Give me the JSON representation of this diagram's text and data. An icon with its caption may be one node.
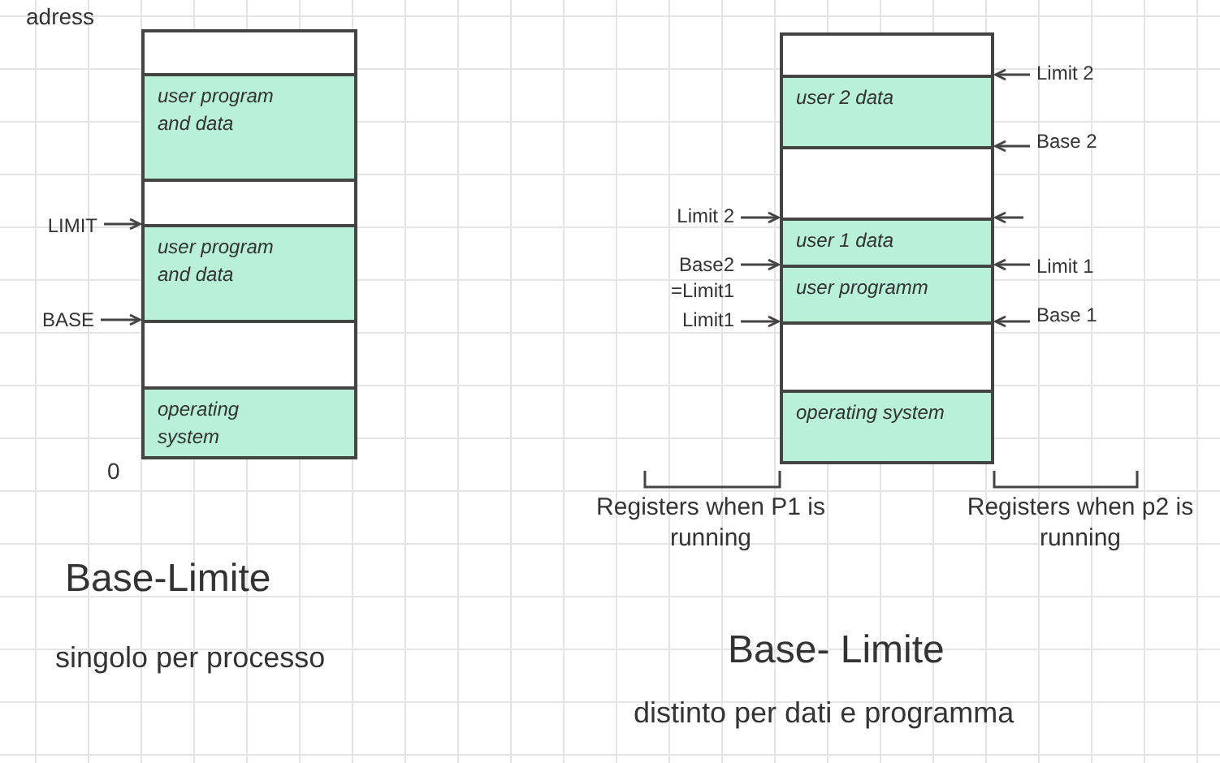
{
  "diagram": {
    "nodes": [
      {
        "text": [],
        "shape": "box"
      },
      {
        "text": [],
        "shape": "box",
        "in": 0
      },
      {
        "text": [
          "user program and data"
        ],
        "in": 0
      },
      {
        "text": [],
        "shape": "box",
        "in": 0
      },
      {
        "text": [
          "user program and data"
        ],
        "in": 0
      },
      {
        "text": [],
        "shape": "box",
        "in": 0
      },
      {
        "text": [
          "operating system"
        ],
        "in": 0
      },
      {
        "text": [],
        "shape": "box"
      },
      {
        "text": [],
        "shape": "box",
        "in": 7
      },
      {
        "text": [
          "user 2 data"
        ],
        "in": 7
      },
      {
        "text": [],
        "shape": "box",
        "in": 7
      },
      {
        "text": [
          "user 1 data"
        ],
        "in": 7
      },
      {
        "text": [
          "user programm"
        ],
        "in": 7
      },
      {
        "text": [],
        "shape": "box",
        "in": 7
      },
      {
        "text": [
          "operating system"
        ],
        "in": 7
      },
      {
        "text": [
          "LIMIT"
        ]
      },
      {
        "text": [
          "BASE"
        ]
      },
      {
        "text": [
          "Limit 2"
        ]
      },
      {
        "text": [
          "Base2 =Limit1"
        ]
      },
      {
        "text": [
          "Limit1"
        ]
      },
      {
        "text": [
          "Limit 2"
        ]
      },
      {
        "text": [
          "Base 2"
        ]
      },
      {
        "text": [
          "Limit 1"
        ]
      },
      {
        "text": [
          "Base 1"
        ]
      }
    ],
    "edges": [
      {
        "from": 15,
        "to": 4,
        "arrow": "to"
      },
      {
        "from": 16,
        "to": 4,
        "arrow": "to"
      },
      {
        "from": 17,
        "to": 11,
        "arrow": "to"
      },
      {
        "from": 18,
        "to": 12,
        "arrow": "to"
      },
      {
        "from": 19,
        "to": 12,
        "arrow": "to"
      },
      {
        "from": 20,
        "to": 9,
        "arrow": "to"
      },
      {
        "from": 21,
        "to": 9,
        "arrow": "to"
      },
      {
        "from": null,
        "to": 11,
        "arrow": "to"
      },
      {
        "from": 22,
        "to": 11,
        "arrow": "to"
      },
      {
        "from": 23,
        "to": 12,
        "arrow": "to"
      }
    ],
    "labels": [
      "adress",
      "0",
      "Registers when P1 is running",
      "Registers when p2 is running",
      "Base-Limite",
      "singolo per processo",
      "Base- Limite",
      "distinto per dati e programma"
    ]
  }
}
